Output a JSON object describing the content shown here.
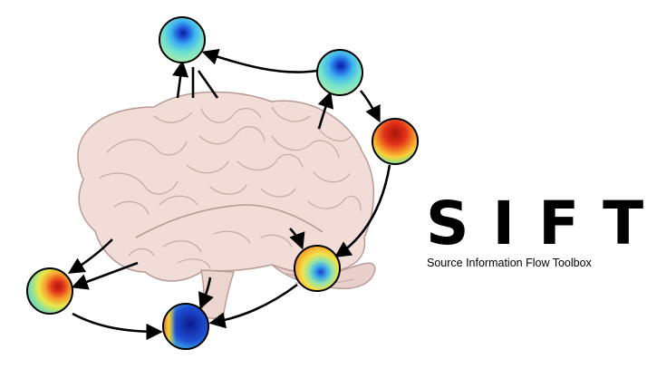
{
  "logo": {
    "title": "SIFT",
    "subtitle": "Source Information Flow Toolbox"
  },
  "colors": {
    "brain_fill": "#f1dcd8",
    "brain_stroke": "#b89a95",
    "arrow": "#000000",
    "text": "#000000"
  },
  "nodes": [
    {
      "id": "top",
      "map": "blue-spot-center"
    },
    {
      "id": "upper-right",
      "map": "blue-spot-center"
    },
    {
      "id": "right",
      "map": "red-spot-top"
    },
    {
      "id": "lower-middle",
      "map": "mixed-blue-spot-right"
    },
    {
      "id": "left",
      "map": "red-spot-right"
    },
    {
      "id": "bottom",
      "map": "blue-with-orange-left"
    }
  ]
}
